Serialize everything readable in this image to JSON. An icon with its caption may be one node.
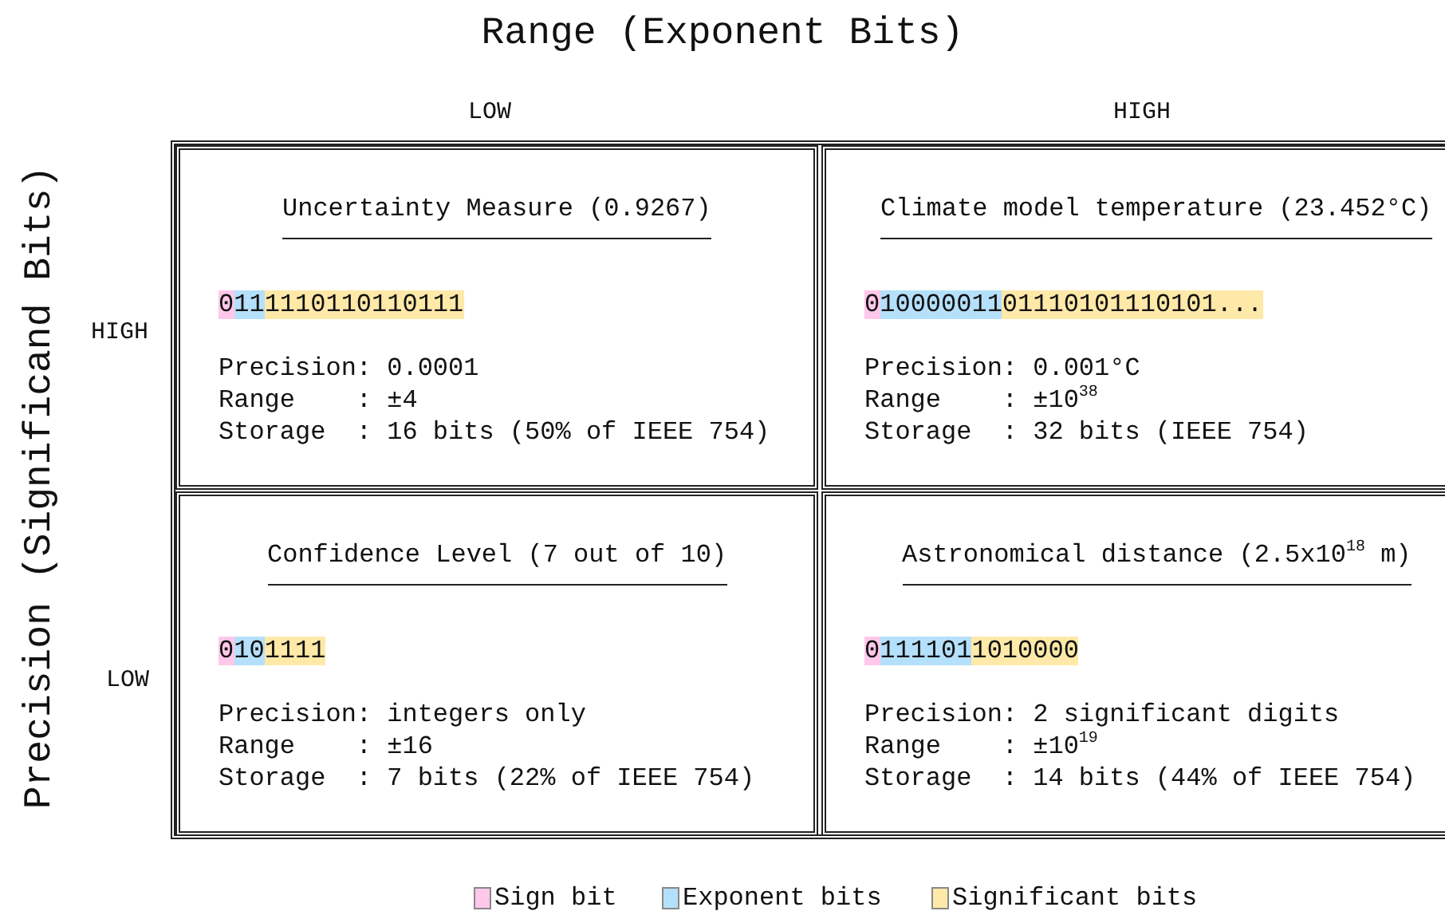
{
  "diagram": {
    "title": "Range (Exponent Bits)",
    "nodes": [
      {
        "text": [
          "Uncertainty Measure (0.9267)",
          "0",
          "11",
          "1110110110111",
          "Precision: 0.0001",
          "Range    : ±4",
          "Storage  : 16 bits (50% of IEEE 754)"
        ]
      },
      {
        "text": [
          "Climate model temperature (23.452°C)",
          "0",
          "10000011",
          "01110101110101...",
          "Precision: 0.001°C",
          "Range    : ±10$^{38}$",
          "Storage  : 32 bits (IEEE 754)"
        ]
      },
      {
        "text": [
          "Confidence Level (7 out of 10)",
          "0",
          "10",
          "1111",
          "Precision: integers only",
          "Range    : ±16",
          "Storage  : 7 bits (22% of IEEE 754)"
        ]
      },
      {
        "text": [
          "Astronomical distance (2.5x10$^{18}$ m)",
          "0",
          "111101",
          "1010000",
          "Precision: 2 significant digits",
          "Range    : ±10$^{19}$",
          "Storage  : 14 bits (44% of IEEE 754)"
        ]
      }
    ],
    "edges": [],
    "labels": [
      "LOW",
      "HIGH",
      "Precision (Significand Bits)",
      "HIGH",
      "LOW"
    ],
    "legend": [
      {
        "text": "Sign bit",
        "color": "#ffc8ea"
      },
      {
        "text": "Exponent bits",
        "color": "#b5e0fb"
      },
      {
        "text": "Significant bits",
        "color": "#ffe9a8"
      }
    ]
  }
}
